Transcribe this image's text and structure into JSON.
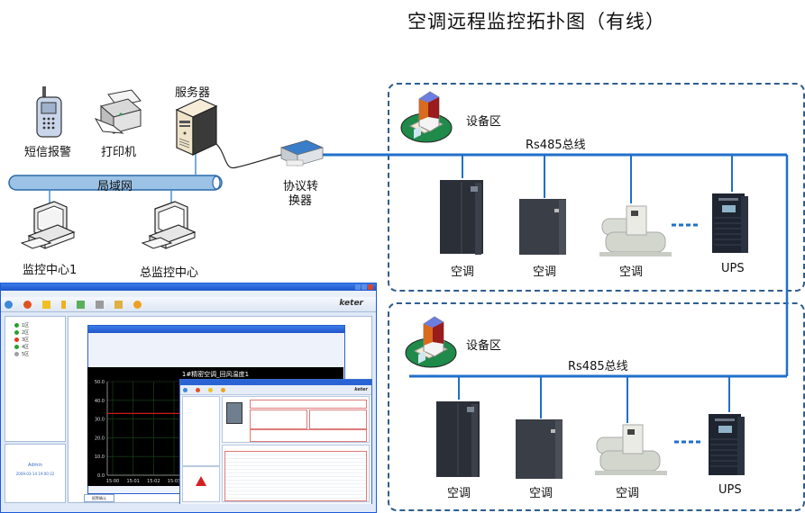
{
  "title": "空调远程监控拓扑图（有线）",
  "colors": {
    "bus_line": "#1f6fc9",
    "lan_tube": "#9cc3e6",
    "zone_border": "#2f5d8f",
    "cable": "#222222"
  },
  "network": {
    "lan_label": "局域网",
    "devices": [
      {
        "id": "sms",
        "label": "短信报警",
        "icon": "mobile-phone-icon"
      },
      {
        "id": "printer",
        "label": "打印机",
        "icon": "printer-icon"
      },
      {
        "id": "server",
        "label": "服务器",
        "icon": "server-tower-icon"
      },
      {
        "id": "monitor1",
        "label": "监控中心1",
        "icon": "desktop-computer-icon"
      },
      {
        "id": "monitor_main",
        "label": "总监控中心",
        "icon": "desktop-computer-icon"
      }
    ],
    "converter": {
      "label_line1": "协议转",
      "label_line2": "换器",
      "icon": "protocol-converter-icon"
    }
  },
  "zones": [
    {
      "label": "设备区",
      "bus_label": "Rs485总线",
      "icon": "building-icon",
      "equipment": [
        {
          "label": "空调",
          "icon": "precision-ac-cabinet-icon"
        },
        {
          "label": "空调",
          "icon": "precision-ac-cabinet-icon"
        },
        {
          "label": "空调",
          "icon": "chiller-unit-icon"
        },
        {
          "label": "UPS",
          "icon": "ups-tower-icon"
        }
      ]
    },
    {
      "label": "设备区",
      "bus_label": "Rs485总线",
      "icon": "building-icon",
      "equipment": [
        {
          "label": "空调",
          "icon": "precision-ac-cabinet-icon"
        },
        {
          "label": "空调",
          "icon": "precision-ac-cabinet-icon"
        },
        {
          "label": "空调",
          "icon": "chiller-unit-icon"
        },
        {
          "label": "UPS",
          "icon": "ups-tower-icon"
        }
      ]
    }
  ],
  "app_screenshot": {
    "brand": "keter",
    "user": "Admin",
    "datetime": "2009-03-14 19:00:32",
    "tree_items": [
      "1区",
      "2区",
      "3区",
      "4区",
      "5区"
    ],
    "tree_item_status": [
      "#2aa02a",
      "#2aa02a",
      "#e03a1a",
      "#2aa02a",
      "#9aa0a6"
    ],
    "chart": {
      "title": "1#精密空调_回风温度1",
      "y_ticks": [
        "50.0",
        "40.0",
        "30.0",
        "20.0",
        "10.0",
        "0.0"
      ],
      "x_ticks": [
        "15:00",
        "15:01",
        "15:02",
        "15:03"
      ],
      "ylim": [
        0,
        50
      ],
      "series_value": 33
    },
    "confirm_button": "报警确认"
  }
}
